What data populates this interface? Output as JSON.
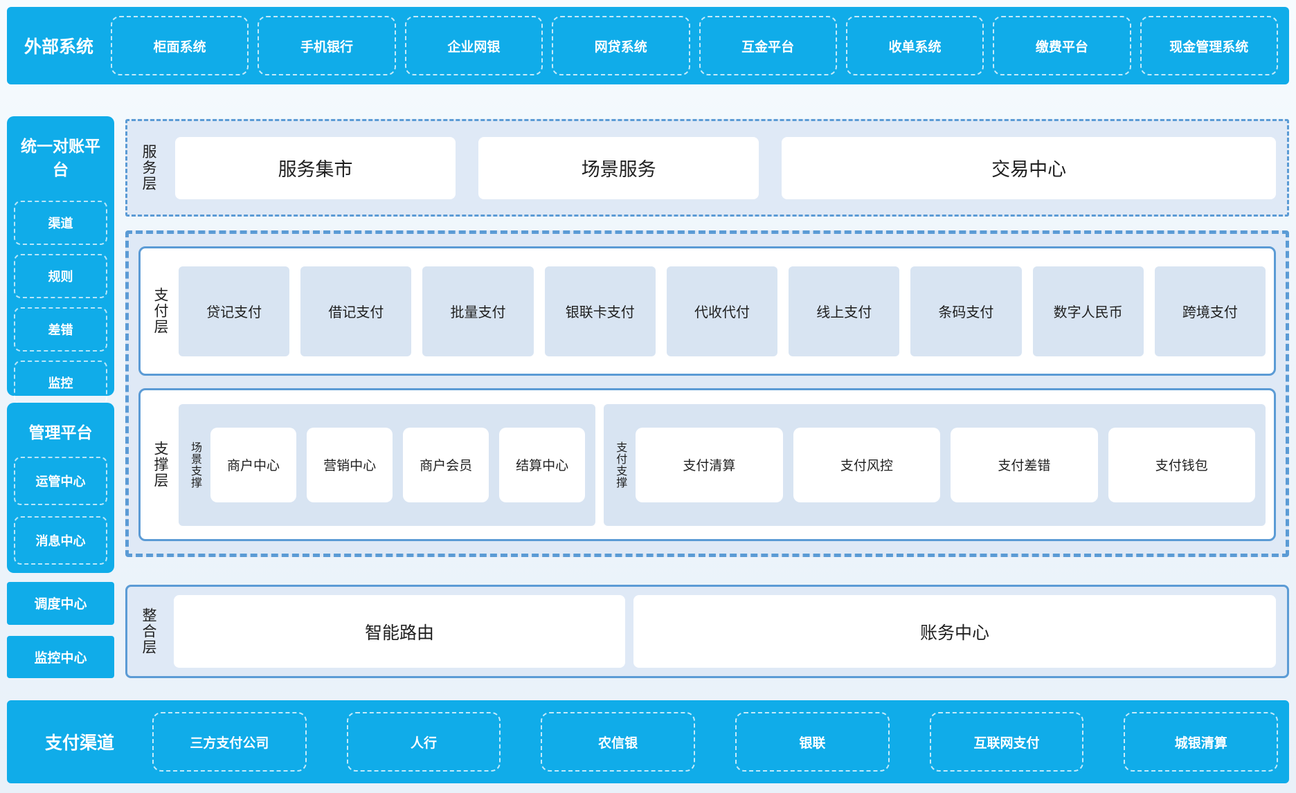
{
  "colors": {
    "accent_blue": "#10ace9",
    "layer_border_blue": "#5b9bd5",
    "layer_bg": "#dfe9f6",
    "item_bg": "#d8e4f2",
    "text_dark": "#1f1f1f",
    "text_light": "#ffffff"
  },
  "top_bar": {
    "title": "外部系统",
    "items": [
      "柜面系统",
      "手机银行",
      "企业网银",
      "网贷系统",
      "互金平台",
      "收单系统",
      "缴费平台",
      "现金管理系统"
    ]
  },
  "sidebar": {
    "reconciliation": {
      "title": "统一对账平台",
      "items": [
        "渠道",
        "规则",
        "差错",
        "监控"
      ]
    },
    "management": {
      "title": "管理平台",
      "items": [
        "运管中心",
        "消息中心"
      ]
    },
    "buttons": [
      "调度中心",
      "监控中心"
    ]
  },
  "service_layer": {
    "label": "服务层",
    "items": [
      "服务集市",
      "场景服务",
      "交易中心"
    ]
  },
  "payment_layer": {
    "label": "支付层",
    "items": [
      "贷记支付",
      "借记支付",
      "批量支付",
      "银联卡支付",
      "代收代付",
      "线上支付",
      "条码支付",
      "数字人民币",
      "跨境支付"
    ]
  },
  "support_layer": {
    "label": "支撑层",
    "groups": [
      {
        "label": "场景支撑",
        "items": [
          "商户中心",
          "营销中心",
          "商户会员",
          "结算中心"
        ]
      },
      {
        "label": "支付支撑",
        "items": [
          "支付清算",
          "支付风控",
          "支付差错",
          "支付钱包"
        ]
      }
    ]
  },
  "integration_layer": {
    "label": "整合层",
    "items": [
      "智能路由",
      "账务中心"
    ]
  },
  "bottom_bar": {
    "title": "支付渠道",
    "items": [
      "三方支付公司",
      "人行",
      "农信银",
      "银联",
      "互联网支付",
      "城银清算"
    ]
  }
}
